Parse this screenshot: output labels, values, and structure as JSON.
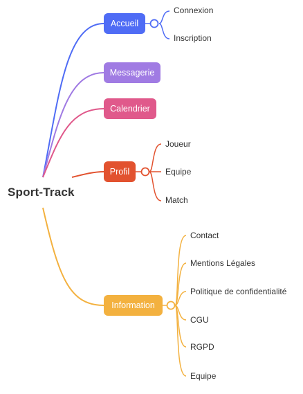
{
  "root": {
    "label": "Sport-Track"
  },
  "colors": {
    "blue": "#4F6CF5",
    "purple": "#A07BE3",
    "pink": "#E0598B",
    "red": "#E2522F",
    "yellow": "#F3B13F"
  },
  "branches": [
    {
      "label": "Accueil",
      "color": "#4F6CF5",
      "children": [
        "Connexion",
        "Inscription"
      ]
    },
    {
      "label": "Messagerie",
      "color": "#A07BE3",
      "children": []
    },
    {
      "label": "Calendrier",
      "color": "#E0598B",
      "children": []
    },
    {
      "label": "Profil",
      "color": "#E2522F",
      "children": [
        "Joueur",
        "Equipe",
        "Match"
      ]
    },
    {
      "label": "Information",
      "color": "#F3B13F",
      "children": [
        "Contact",
        "Mentions Légales",
        "Politique de confidentialité",
        "CGU",
        "RGPD",
        "Equipe"
      ]
    }
  ]
}
